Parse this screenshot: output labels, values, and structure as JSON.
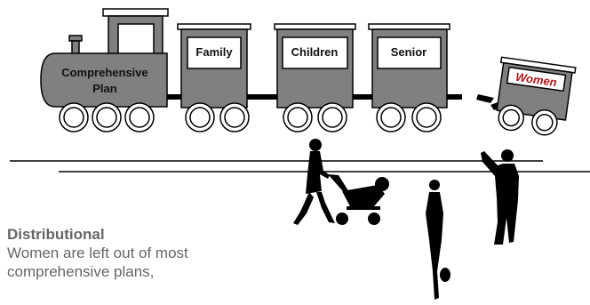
{
  "train": {
    "engine_label": [
      "Comprehensive",
      "Plan"
    ],
    "cars": [
      "Family",
      "Children",
      "Senior"
    ],
    "detached_car": "Women"
  },
  "caption": {
    "heading": "Distributional",
    "body": "Women are left out of most comprehensive plans,"
  },
  "colors": {
    "car_fill": "#808080",
    "outline": "#000000",
    "women_text": "#b0141a",
    "caption_text": "#666666"
  }
}
